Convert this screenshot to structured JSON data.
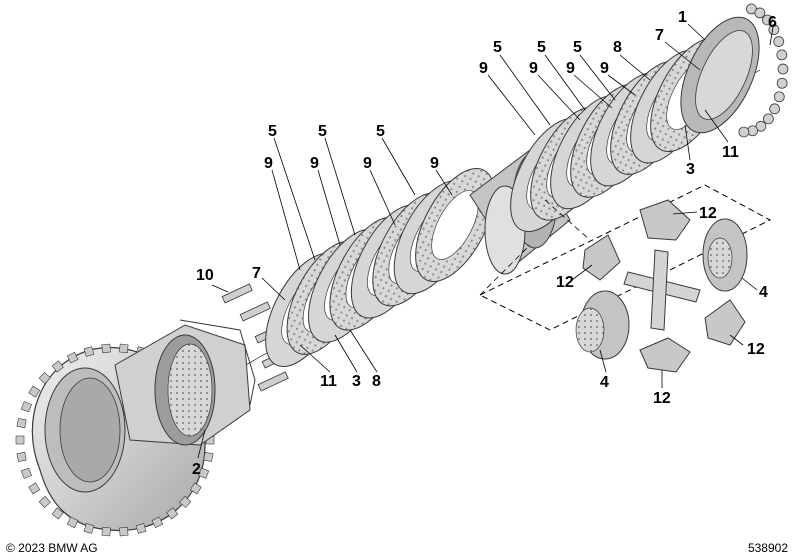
{
  "diagram": {
    "callouts": [
      {
        "id": "c1",
        "label": "1"
      },
      {
        "id": "c6",
        "label": "6"
      },
      {
        "id": "c7a",
        "label": "7"
      },
      {
        "id": "c5a",
        "label": "5"
      },
      {
        "id": "c5b",
        "label": "5"
      },
      {
        "id": "c5c",
        "label": "5"
      },
      {
        "id": "c8a",
        "label": "8"
      },
      {
        "id": "c9a",
        "label": "9"
      },
      {
        "id": "c9b",
        "label": "9"
      },
      {
        "id": "c9c",
        "label": "9"
      },
      {
        "id": "c9d",
        "label": "9"
      },
      {
        "id": "c11a",
        "label": "11"
      },
      {
        "id": "c3a",
        "label": "3"
      },
      {
        "id": "c5d",
        "label": "5"
      },
      {
        "id": "c5e",
        "label": "5"
      },
      {
        "id": "c5f",
        "label": "5"
      },
      {
        "id": "c9e",
        "label": "9"
      },
      {
        "id": "c9f",
        "label": "9"
      },
      {
        "id": "c9g",
        "label": "9"
      },
      {
        "id": "c9h",
        "label": "9"
      },
      {
        "id": "c12a",
        "label": "12"
      },
      {
        "id": "c12b",
        "label": "12"
      },
      {
        "id": "c12c",
        "label": "12"
      },
      {
        "id": "c12d",
        "label": "12"
      },
      {
        "id": "c4a",
        "label": "4"
      },
      {
        "id": "c4b",
        "label": "4"
      },
      {
        "id": "c10",
        "label": "10"
      },
      {
        "id": "c7b",
        "label": "7"
      },
      {
        "id": "c11b",
        "label": "11"
      },
      {
        "id": "c3b",
        "label": "3"
      },
      {
        "id": "c8b",
        "label": "8"
      },
      {
        "id": "c2",
        "label": "2"
      }
    ]
  },
  "footer": {
    "copyright": "© 2023 BMW AG",
    "image_id": "538902"
  },
  "colors": {
    "part_fill": "#d4d4d4",
    "part_dark": "#9a9a9a",
    "part_light": "#ececec",
    "outline": "#3a3a3a",
    "leader": "#000000"
  }
}
